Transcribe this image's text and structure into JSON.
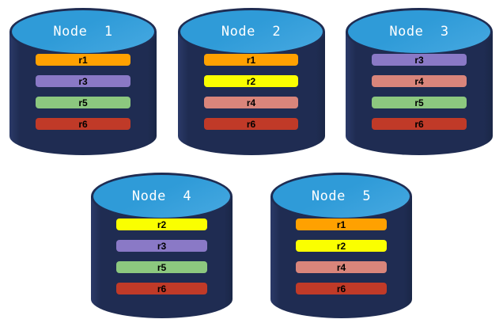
{
  "diagram": {
    "description": "Database nodes with replica assignments",
    "colors": {
      "background": "#FFFFFF",
      "cylinder_body": "#1F2C52",
      "cylinder_top": "#2F9BD8",
      "cylinder_top_highlight": "#47A9E1",
      "title_text": "#FFFFFF",
      "bar_text": "#000000"
    },
    "replica_colors": {
      "r1": "#FFA101",
      "r2": "#FAFF00",
      "r3": "#8A79C6",
      "r4": "#D9857B",
      "r5": "#8CC87F",
      "r6": "#C03A28"
    },
    "rows": [
      {
        "nodes": [
          {
            "label": "Node  1",
            "replicas": [
              "r1",
              "r3",
              "r5",
              "r6"
            ]
          },
          {
            "label": "Node  2",
            "replicas": [
              "r1",
              "r2",
              "r4",
              "r6"
            ]
          },
          {
            "label": "Node  3",
            "replicas": [
              "r3",
              "r4",
              "r5",
              "r6"
            ]
          }
        ]
      },
      {
        "nodes": [
          {
            "label": "Node  4",
            "replicas": [
              "r2",
              "r3",
              "r5",
              "r6"
            ]
          },
          {
            "label": "Node  5",
            "replicas": [
              "r1",
              "r2",
              "r4",
              "r6"
            ]
          }
        ]
      }
    ]
  }
}
